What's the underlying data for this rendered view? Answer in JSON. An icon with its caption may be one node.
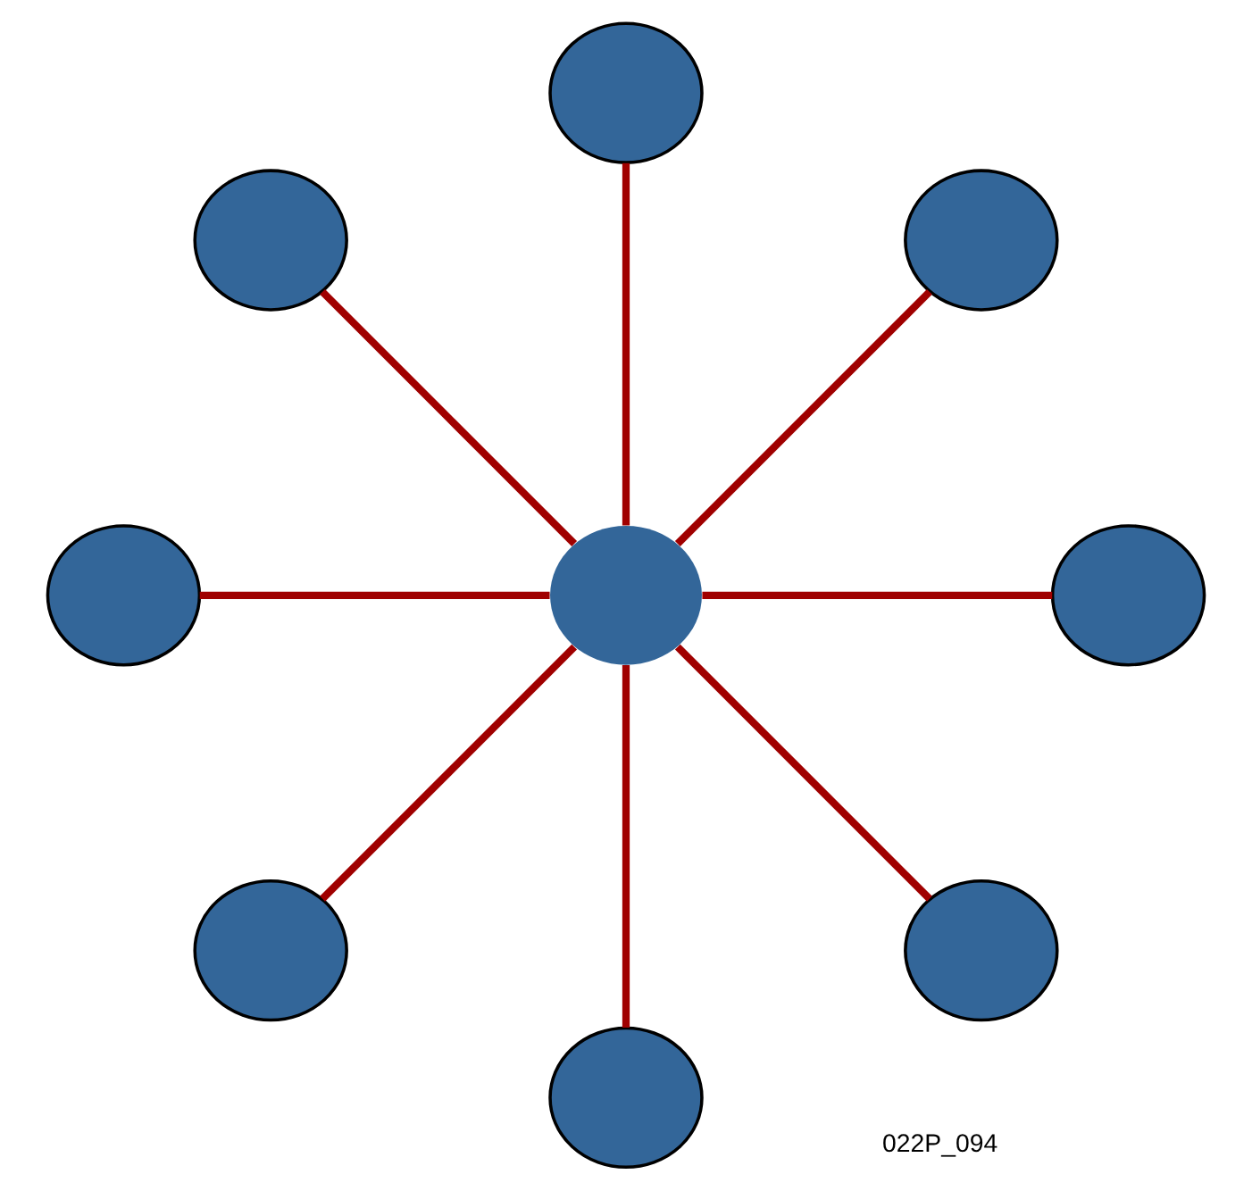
{
  "diagram": {
    "nodes": [
      {
        "text": [],
        "shape": "ellipse"
      },
      {
        "text": [],
        "shape": "ellipse"
      },
      {
        "text": [],
        "shape": "ellipse"
      },
      {
        "text": [],
        "shape": "ellipse"
      },
      {
        "text": [],
        "shape": "ellipse"
      },
      {
        "text": [],
        "shape": "ellipse"
      },
      {
        "text": [],
        "shape": "ellipse"
      },
      {
        "text": [],
        "shape": "ellipse"
      },
      {
        "text": [],
        "shape": "ellipse"
      }
    ],
    "edges": [
      {
        "from": 4,
        "to": 0,
        "arrow": "none"
      },
      {
        "from": 4,
        "to": 1,
        "arrow": "none"
      },
      {
        "from": 4,
        "to": 2,
        "arrow": "none"
      },
      {
        "from": 4,
        "to": 3,
        "arrow": "none"
      },
      {
        "from": 4,
        "to": 5,
        "arrow": "none"
      },
      {
        "from": 4,
        "to": 6,
        "arrow": "none"
      },
      {
        "from": 4,
        "to": 7,
        "arrow": "none"
      },
      {
        "from": 4,
        "to": 8,
        "arrow": "none"
      }
    ],
    "labels": [
      "022P_094"
    ]
  }
}
